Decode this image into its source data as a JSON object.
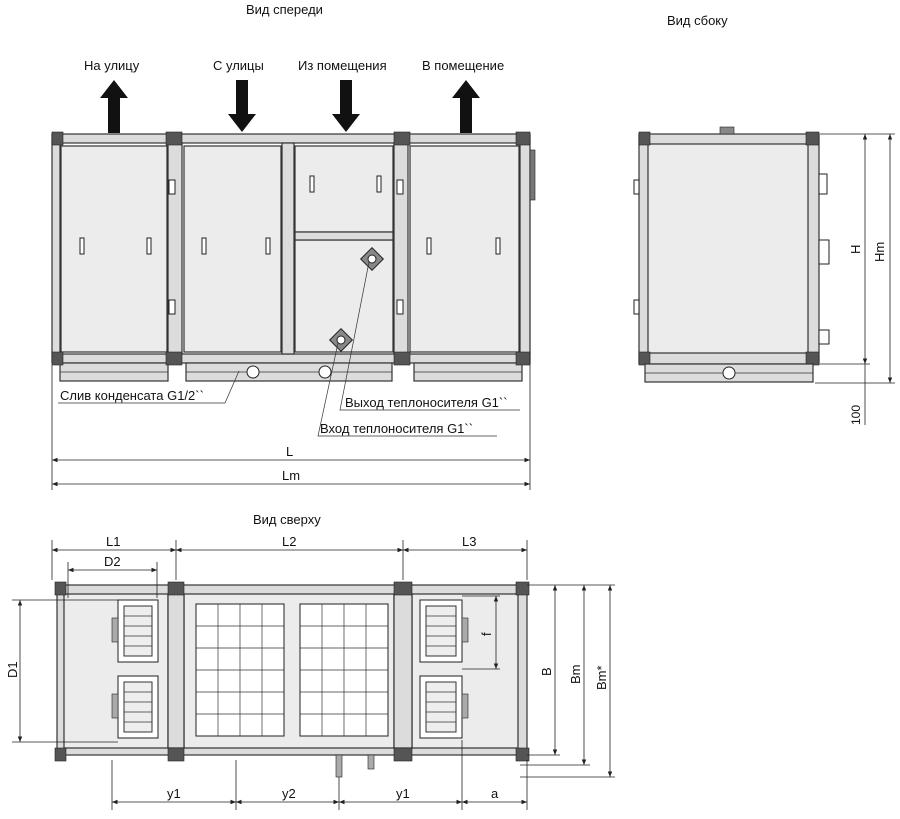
{
  "views": {
    "front": "Вид спереди",
    "side": "Вид сбоку",
    "top": "Вид сверху"
  },
  "airflow": {
    "to_street": "На улицу",
    "from_street": "С улицы",
    "from_room": "Из помещения",
    "to_room": "В помещение"
  },
  "callouts": {
    "condensate": "Слив конденсата G1/2``",
    "outlet": "Выход теплоносителя G1``",
    "inlet": "Вход теплоносителя G1``"
  },
  "dims": {
    "L": "L",
    "Lm": "Lm",
    "H": "H",
    "Hm": "Hm",
    "h100": "100",
    "L1": "L1",
    "L2": "L2",
    "L3": "L3",
    "D1": "D1",
    "D2": "D2",
    "f": "f",
    "B": "B",
    "Bm": "Bm",
    "Bm_star": "Bm*",
    "y1_left": "y1",
    "y2": "y2",
    "y1_right": "y1",
    "a": "a"
  },
  "colors": {
    "panel": "#ececec",
    "frame": "#dcdcdc",
    "corner": "#555555",
    "line": "#222222"
  }
}
